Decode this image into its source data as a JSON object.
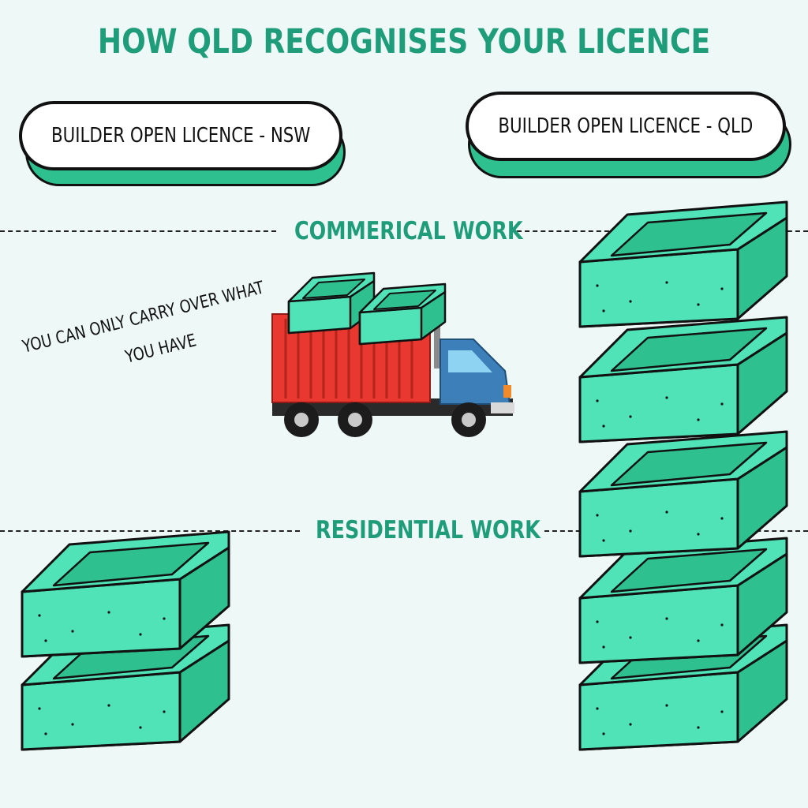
{
  "title": "HOW QLD RECOGNISES YOUR LICENCE",
  "licences": {
    "nsw": "BUILDER OPEN LICENCE - NSW",
    "qld": "BUILDER OPEN LICENCE - QLD"
  },
  "levels": {
    "commercial": "COMMERICAL WORK",
    "residential": "RESIDENTIAL WORK"
  },
  "note": {
    "line1": "YOU CAN ONLY CARRY OVER WHAT",
    "line2": "YOU HAVE"
  },
  "blocks": {
    "nsw_count": 2,
    "qld_count": 5,
    "on_truck_count": 2
  },
  "colors": {
    "accent_text": "#1f9d7a",
    "block_face": "#4fe3b7",
    "block_side": "#2ec08f",
    "truck_cargo": "#e8382f",
    "truck_cab": "#3d7fb8",
    "background": "#eef9f7"
  }
}
